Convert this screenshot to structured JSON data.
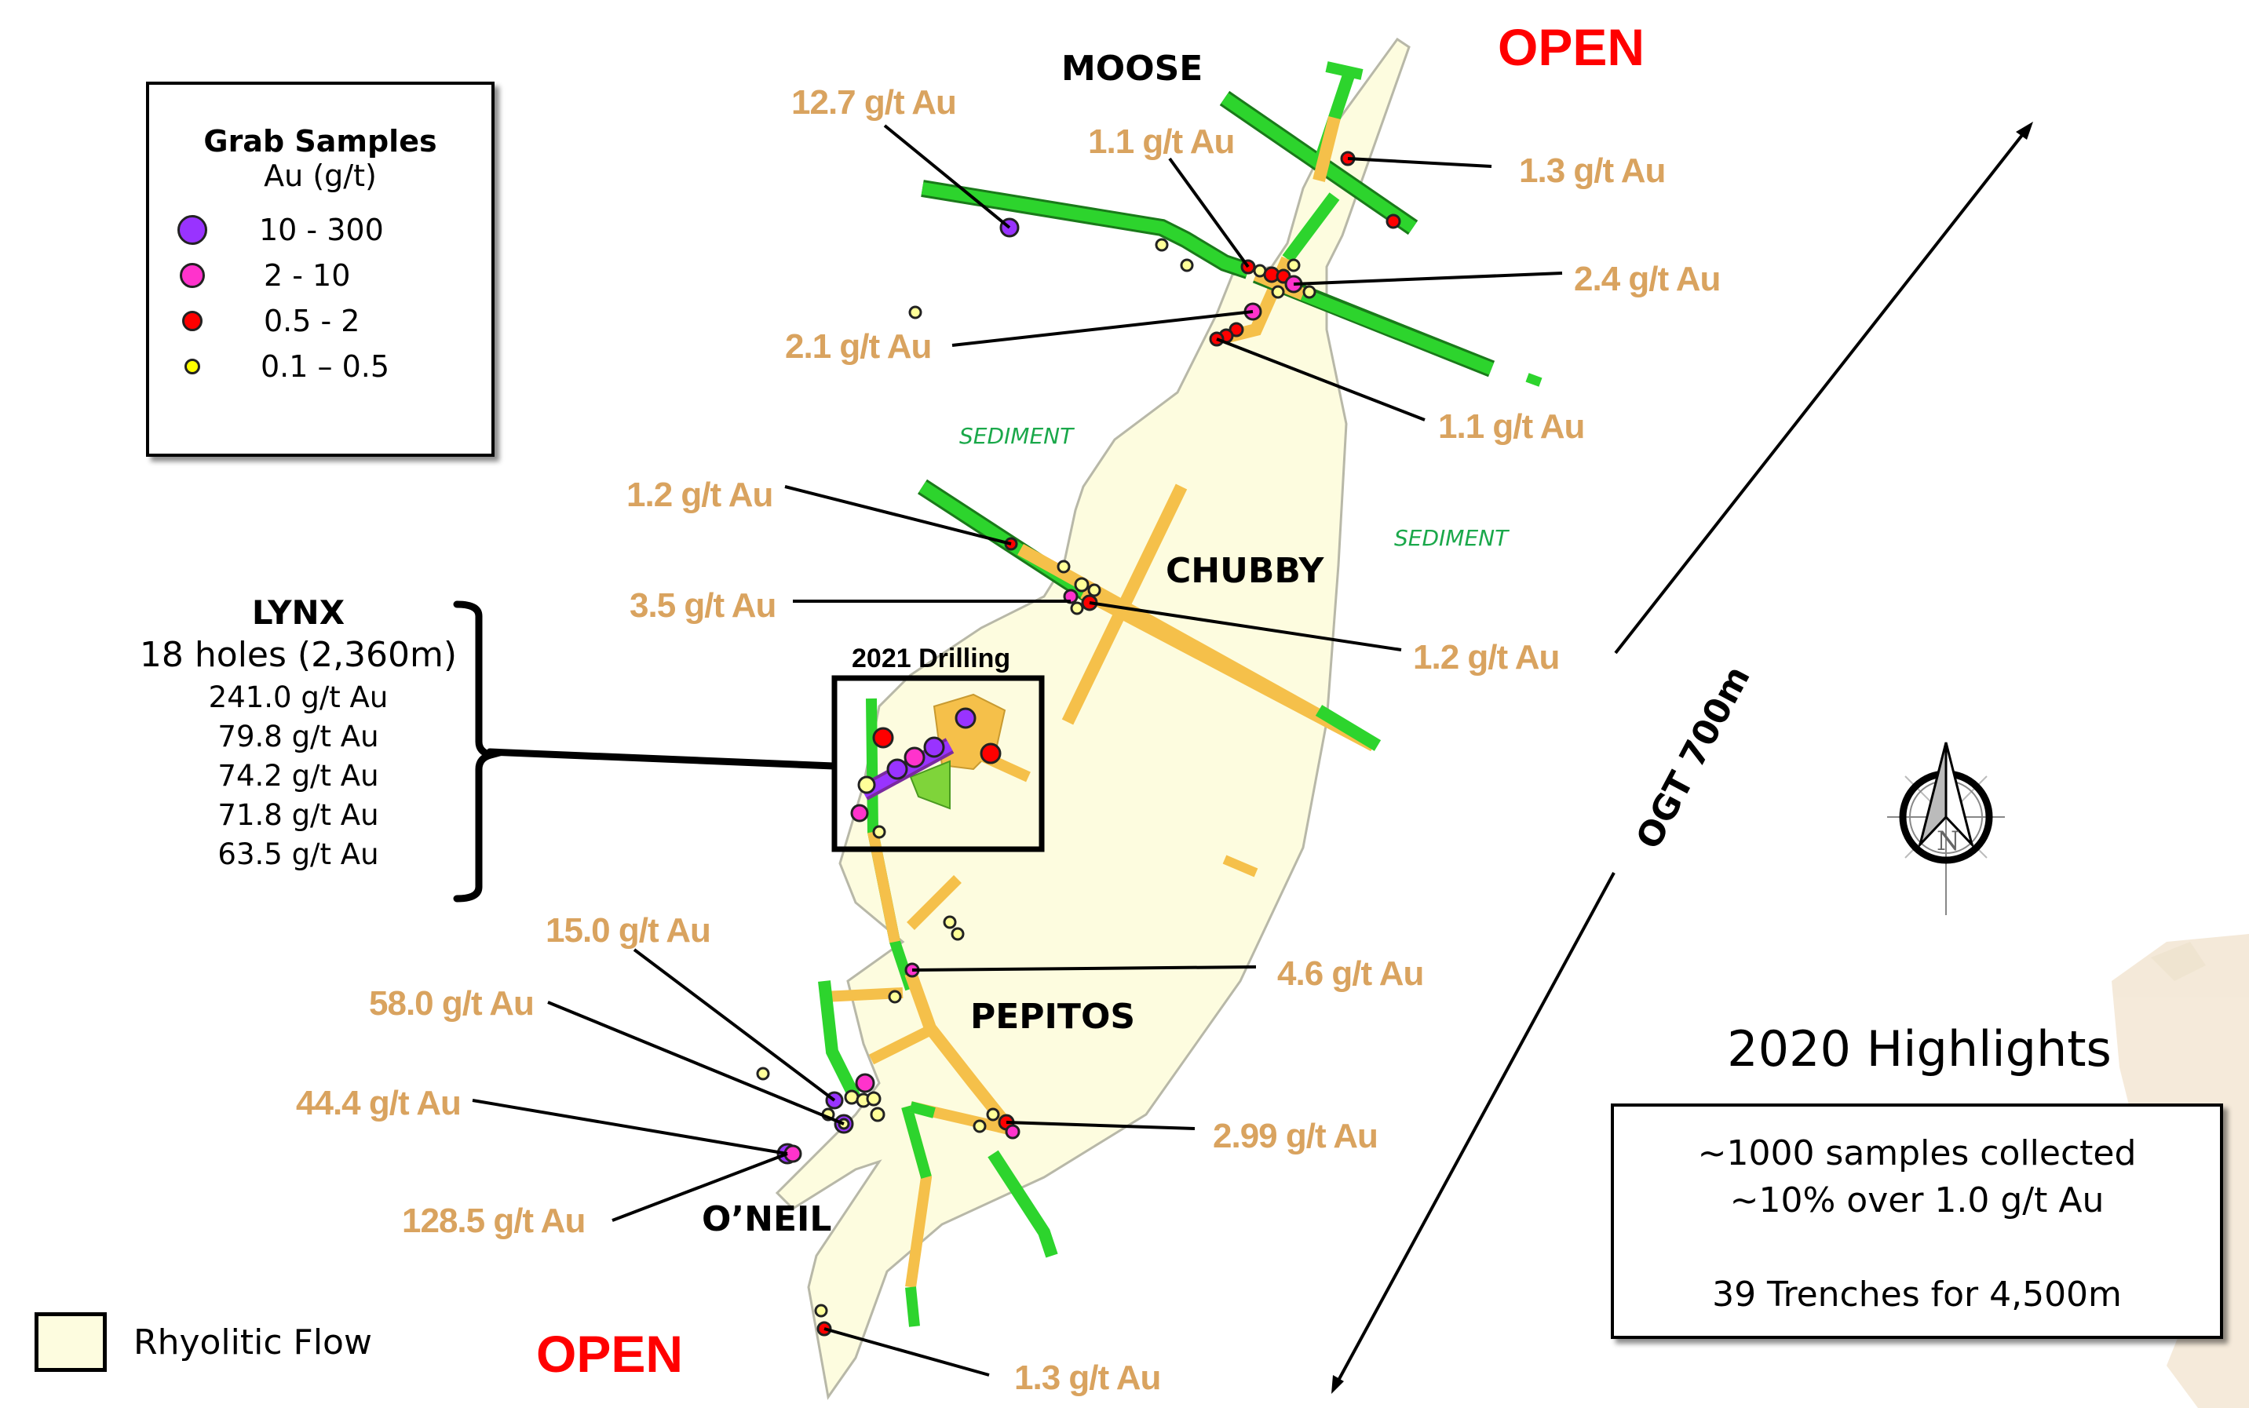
{
  "map": {
    "areas": {
      "moose": "MOOSE",
      "chubby": "CHUBBY",
      "pepitos": "PEPITOS",
      "oneil": "O’NEIL"
    },
    "open_labels": {
      "north": "OPEN",
      "south": "OPEN"
    },
    "sediment_labels": [
      "SEDIMENT",
      "SEDIMENT"
    ],
    "drilling_box_label": "2021 Drilling",
    "scale_label": "OGT 700m",
    "north_arrow_letter": "N",
    "assays": [
      "12.7 g/t Au",
      "1.1 g/t Au",
      "1.3 g/t Au",
      "2.4 g/t Au",
      "2.1 g/t Au",
      "1.1 g/t Au",
      "1.2 g/t Au",
      "3.5 g/t Au",
      "1.2 g/t Au",
      "15.0 g/t Au",
      "4.6 g/t Au",
      "58.0 g/t Au",
      "44.4 g/t Au",
      "2.99 g/t Au",
      "128.5 g/t Au",
      "1.3 g/t Au"
    ],
    "colors": {
      "rhyolite_fill": "#fdfcdf",
      "trench_green": "#22cc22",
      "trench_orange": "#f5c04a",
      "assay_label": "#d9a35f",
      "open_label": "#ff0000",
      "sediment_label": "#1aa84a"
    }
  },
  "legend": {
    "title": "Grab Samples",
    "subtitle": "Au (g/t)",
    "items": [
      {
        "label": "10 - 300",
        "color": "#9933ff"
      },
      {
        "label": "2 - 10",
        "color": "#ff33cc"
      },
      {
        "label": "0.5 - 2",
        "color": "#ff0000"
      },
      {
        "label": "0.1 – 0.5",
        "color": "#ffff00"
      }
    ],
    "rhyolite_label": "Rhyolitic Flow"
  },
  "lynx": {
    "title": "LYNX",
    "holes": "18 holes (2,360m)",
    "grades": [
      "241.0 g/t Au",
      "79.8 g/t Au",
      "74.2 g/t Au",
      "71.8 g/t Au",
      "63.5 g/t Au"
    ]
  },
  "highlights": {
    "title": "2020 Highlights",
    "lines": [
      "~1000 samples collected",
      "~10% over 1.0 g/t Au",
      "",
      "39 Trenches for 4,500m"
    ]
  }
}
